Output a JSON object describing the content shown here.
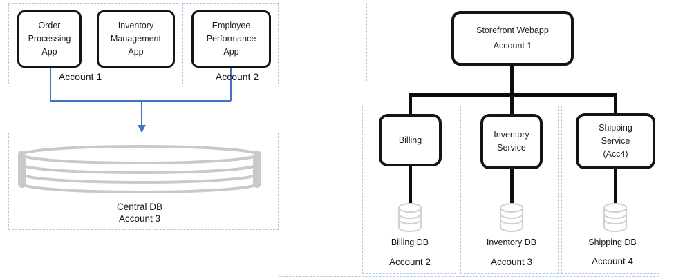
{
  "left_diagram": {
    "account1_label": "Account 1",
    "account2_label": "Account 2",
    "apps": [
      {
        "lines": [
          "Order",
          "Processing",
          "App"
        ]
      },
      {
        "lines": [
          "Inventory",
          "Management",
          "App"
        ]
      },
      {
        "lines": [
          "Employee",
          "Performance",
          "App"
        ]
      }
    ],
    "central_db": {
      "name": "Central DB",
      "account": "Account 3"
    }
  },
  "right_diagram": {
    "root": {
      "name": "Storefront Webapp",
      "account": "Account 1"
    },
    "services": [
      {
        "lines": [
          "Billing"
        ],
        "db_label": "Billing DB",
        "account_label": "Account 2"
      },
      {
        "lines": [
          "Inventory",
          "Service"
        ],
        "db_label": "Inventory DB",
        "account_label": "Account 3"
      },
      {
        "lines": [
          "Shipping",
          "Service",
          "(Acc4)"
        ],
        "db_label": "Shipping DB",
        "account_label": "Account 4"
      }
    ]
  },
  "icons": {
    "central_db_icon": "database-cylinder-icon",
    "service_db_icon": "database-cylinder-icon"
  },
  "colors": {
    "node_border": "#141414",
    "thick_connector": "#0c0c0c",
    "blue_connector": "#4472c4",
    "dashed_boundary": "#aec6e8",
    "central_db_gray": "#c9c9c9",
    "small_db_gray": "#d2d2d2",
    "text": "#1c1c1c",
    "background": "#ffffff"
  }
}
